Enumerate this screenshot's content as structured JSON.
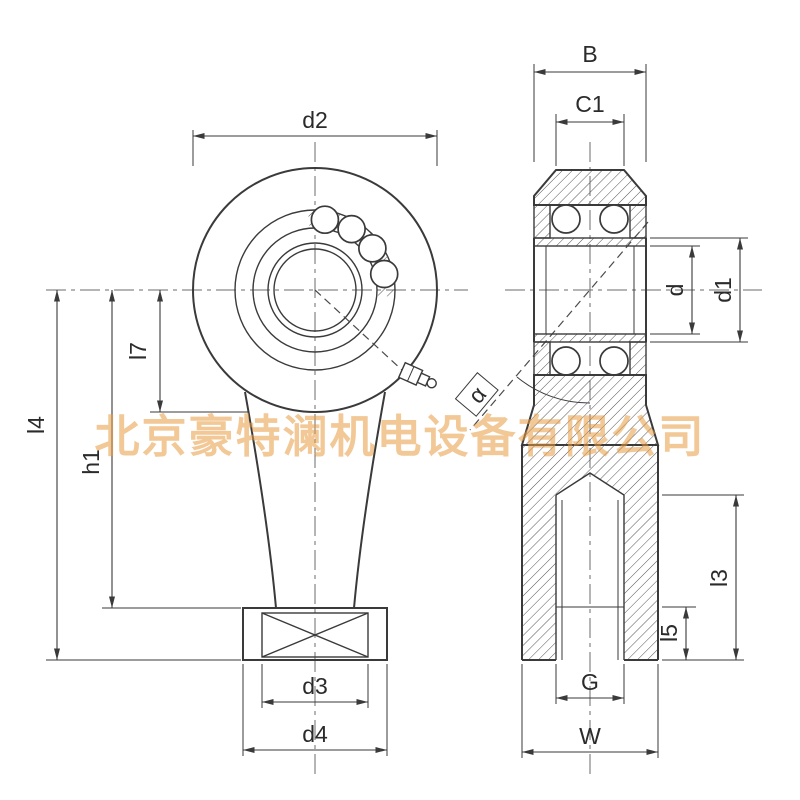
{
  "drawing_type": "rod-end-spherical-bearing-technical-drawing",
  "colors": {
    "line": "#3a3a3a",
    "watermark": "#e59b3f",
    "background": "#ffffff"
  },
  "watermark": {
    "text": "北京豪特澜机电设备有限公司"
  },
  "front_view": {
    "dim_d2": "d2",
    "dim_l7": "l7",
    "dim_h1": "h1",
    "dim_l4": "l4",
    "dim_d3": "d3",
    "dim_d4": "d4"
  },
  "side_view": {
    "dim_B": "B",
    "dim_C1": "C1",
    "dim_d": "d",
    "dim_d1": "d1",
    "dim_alpha": "α",
    "dim_l3": "l3",
    "dim_l5": "l5",
    "dim_G": "G",
    "dim_W": "W"
  }
}
